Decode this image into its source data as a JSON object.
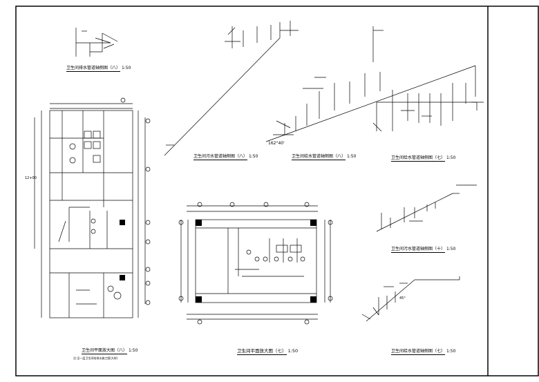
{
  "sheet": {
    "captions": {
      "drain_8": "卫生间排水管道轴侧图（八）",
      "drain_8_scale": "1:50",
      "drain_8b": "卫生间污水管道轴侧图（八）",
      "drain_8b_scale": "1:50",
      "supply_8": "卫生间给水管道轴侧图（八）",
      "supply_8_scale": "1:50",
      "supply_7_top": "卫生间给水管道轴侧图（七）",
      "supply_7_top_scale": "1:50",
      "plan_8": "卫生间平面放大图（八）",
      "plan_8_scale": "1:50",
      "plan_8_note": "注:见一层卫生间给排水施工图(大样)",
      "plan_7": "卫生间平面放大图（七）",
      "plan_7_scale": "1:50",
      "drain_10": "卫生间污水管道轴侧图（十）",
      "drain_10_scale": "1:50",
      "supply_7": "卫生间给水管道轴侧图（七）",
      "supply_7_scale": "1:50"
    },
    "labels": {
      "angle": "162°40'",
      "angle_small": "45°",
      "elev": "12+00"
    }
  }
}
